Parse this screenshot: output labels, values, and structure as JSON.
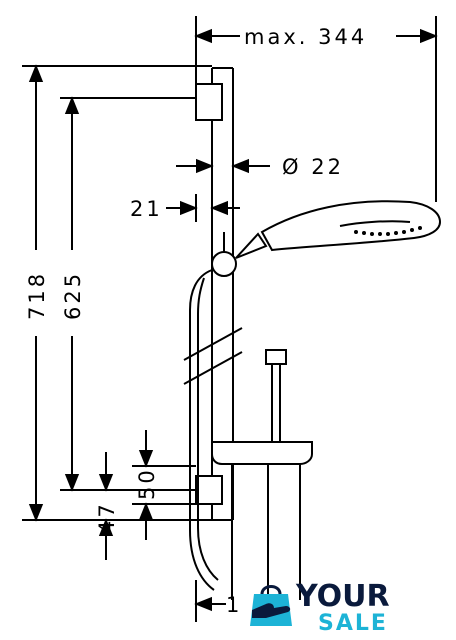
{
  "dimensions": {
    "width_max": "max. 344",
    "diameter": "Ø 22",
    "bar_offset": "21",
    "overall_height": "718",
    "holder_height": "625",
    "lower_50": "50",
    "lower_47": "47",
    "bottom_partial": "1"
  },
  "logo": {
    "line1": "YOUR",
    "line2": "SALE",
    "icon": "shopping-bag-hand-icon",
    "colors": {
      "primary": "#0a1a3c",
      "accent": "#1db3d6"
    }
  }
}
